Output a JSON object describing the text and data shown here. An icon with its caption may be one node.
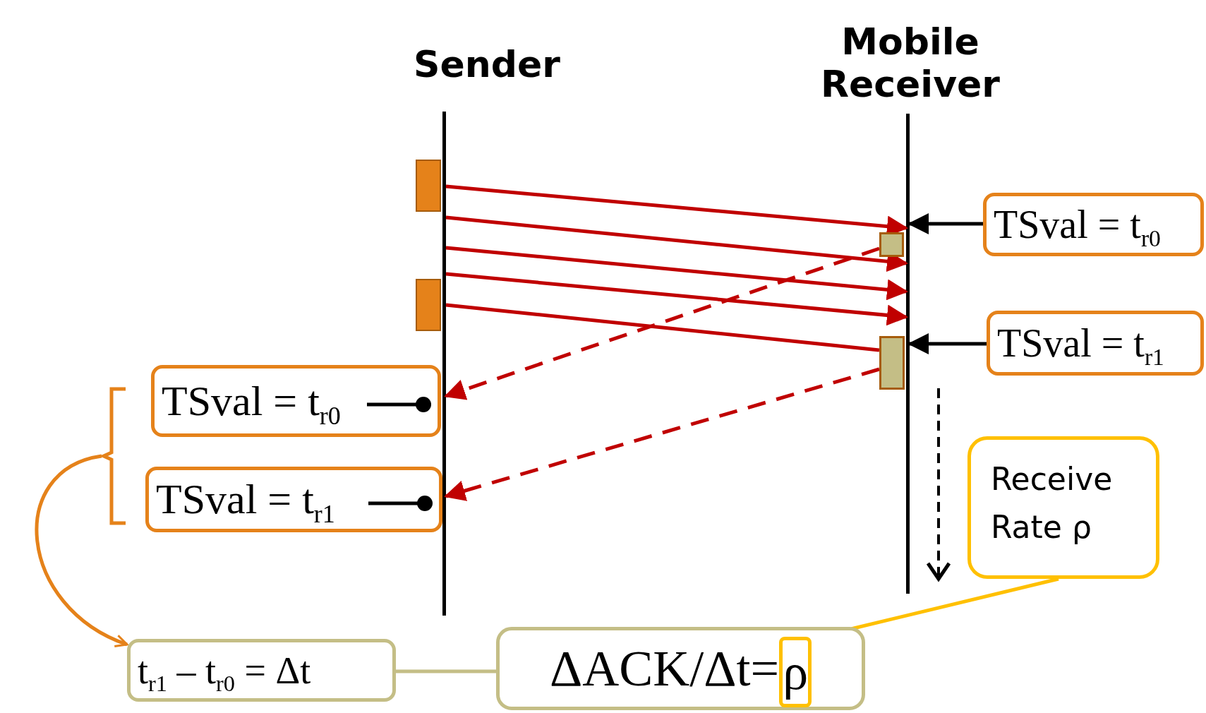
{
  "diagram": {
    "nodes": [
      {
        "text": [],
        "shape": "bar"
      },
      {
        "text": [],
        "shape": "bar"
      },
      {
        "text": [],
        "shape": "box"
      },
      {
        "text": [],
        "shape": "box"
      },
      {
        "text": [],
        "shape": "box"
      },
      {
        "text": [],
        "shape": "box"
      },
      {
        "text": [
          "TSval = t$_{r0}$"
        ]
      },
      {
        "text": [
          "TSval = t$_{r1}$"
        ]
      },
      {
        "text": [
          "TSval = t$_{r0}$"
        ]
      },
      {
        "text": [
          "TSval = t$_{r1}$"
        ]
      },
      {
        "text": [
          "Receive Rate ρ"
        ]
      },
      {
        "text": [
          "t$_{r1}$ – t$_{r0}$ = Δt"
        ]
      },
      {
        "text": [
          "ΔACK/Δt="
        ]
      },
      {
        "text": [
          "ρ"
        ],
        "in": 12
      },
      {
        "text": [],
        "shape": "bracket"
      }
    ],
    "edges": [
      {
        "from": 0,
        "to": 1,
        "arrow": "to"
      },
      {
        "from": 0,
        "to": 1,
        "arrow": "to"
      },
      {
        "from": 0,
        "to": 1,
        "arrow": "to"
      },
      {
        "from": 0,
        "to": 1,
        "arrow": "to"
      },
      {
        "from": 0,
        "to": 5,
        "arrow": "none"
      },
      {
        "from": 4,
        "to": 0,
        "arrow": "to",
        "style": "dashed"
      },
      {
        "from": 5,
        "to": 0,
        "arrow": "to",
        "style": "dashed"
      },
      {
        "from": 6,
        "to": 1,
        "arrow": "to",
        "color": "#000000"
      },
      {
        "from": 7,
        "to": 1,
        "arrow": "to",
        "color": "#000000"
      },
      {
        "from": 14,
        "to": 11,
        "arrow": "to",
        "color": "#e5821a"
      },
      {
        "from": 11,
        "to": 12,
        "arrow": "none",
        "color": "#c4be86"
      },
      {
        "from": 10,
        "to": 13,
        "arrow": "none",
        "color": "#ffc000"
      }
    ],
    "labels": [
      "Sender",
      "Mobile Receiver"
    ]
  }
}
